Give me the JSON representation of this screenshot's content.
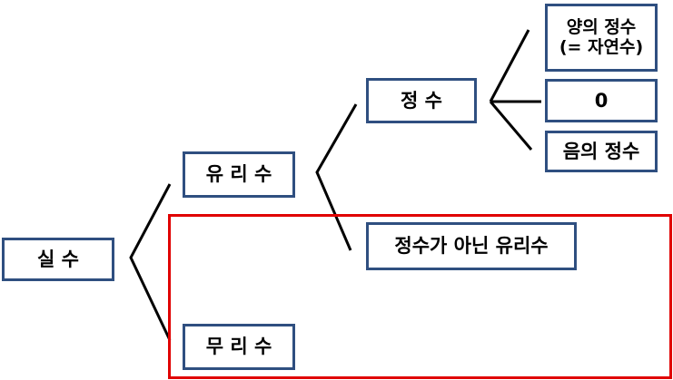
{
  "diagram": {
    "root": {
      "label": "실 수"
    },
    "rational": {
      "label": "유 리 수"
    },
    "irrational": {
      "label": "무 리 수"
    },
    "integer": {
      "label": "정 수"
    },
    "non_integer_rational": {
      "label": "정수가 아닌 유리수"
    },
    "positive_integer": {
      "line1": "양의 정수",
      "line2": "(= 자연수)"
    },
    "zero": {
      "label": "0"
    },
    "negative_integer": {
      "label": "음의 정수"
    }
  },
  "colors": {
    "box_border": "#2f4f80",
    "highlight_border": "#e00000",
    "connector": "#000000"
  }
}
